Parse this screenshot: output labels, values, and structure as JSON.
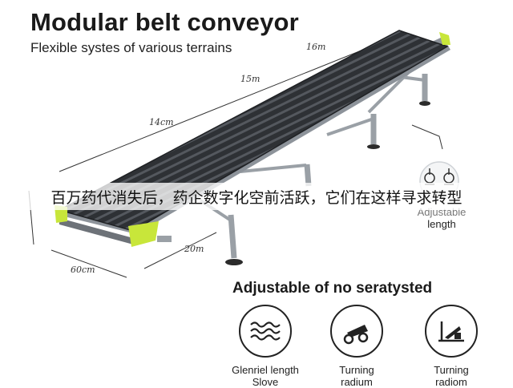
{
  "header": {
    "title": "Modular belt conveyor",
    "subtitle": "Flexible systes of various terrains"
  },
  "dimensions": {
    "top_right": "16m",
    "top_mid": "15m",
    "left_side": "14cm",
    "bottom_width": "60cm",
    "bottom_length": "20m"
  },
  "overlay_caption": "百万药代消失后，药企数字化空前活跃，它们在这样寻求转型",
  "adjustable": {
    "line1": "Adjustable",
    "line2": "length",
    "icons": [
      "adjust-knob-icon",
      "adjust-knob-icon"
    ]
  },
  "features_section": {
    "heading": "Adjustable of no seratysted",
    "items": [
      {
        "icon": "wave-icon",
        "line1": "Glenriel length",
        "line2": "Slove"
      },
      {
        "icon": "cart-icon",
        "line1": "Turning",
        "line2": "radium"
      },
      {
        "icon": "ramp-icon",
        "line1": "Turning",
        "line2": "radiom"
      }
    ]
  },
  "colors": {
    "belt": "#2e3135",
    "roller": "#4a4e54",
    "frame": "#9aa0a6",
    "end_cap": "#c8e63a",
    "text": "#1a1a1a"
  }
}
